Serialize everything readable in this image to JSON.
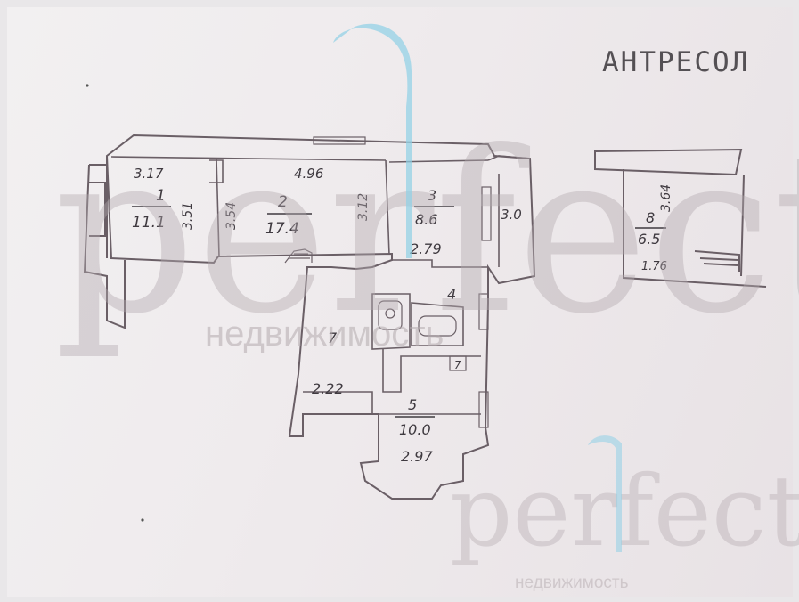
{
  "header": {
    "title": "АНТРЕСОЛ"
  },
  "rooms": [
    {
      "number": "1",
      "area": "11.1",
      "dims": [
        "3.17",
        "3.51"
      ]
    },
    {
      "number": "2",
      "area": "17.4",
      "dims": [
        "4.96",
        "3.54",
        "3.12"
      ]
    },
    {
      "number": "3",
      "area": "8.6",
      "dims": [
        "2.79"
      ]
    },
    {
      "number": "4",
      "area": "",
      "dims": []
    },
    {
      "number": "5",
      "area": "10.0",
      "dims": [
        "2.97"
      ]
    },
    {
      "number": "7",
      "area": "",
      "dims": [
        "2.22"
      ]
    },
    {
      "number": "8",
      "area": "6.5",
      "dims": [
        "3.64",
        "1.76"
      ]
    }
  ],
  "balcony": {
    "area": "3.0"
  },
  "stair_mark": "7",
  "watermark": {
    "primary": {
      "brand": "perfect",
      "tagline": "недвижимость"
    },
    "secondary": {
      "brand": "perfect",
      "tagline": "недвижимость"
    }
  },
  "colors": {
    "line": "#6a5f66",
    "brand_grey": "#b3a9ad",
    "brand_blue": "#8fd0e6",
    "text": "#3f3a40"
  }
}
